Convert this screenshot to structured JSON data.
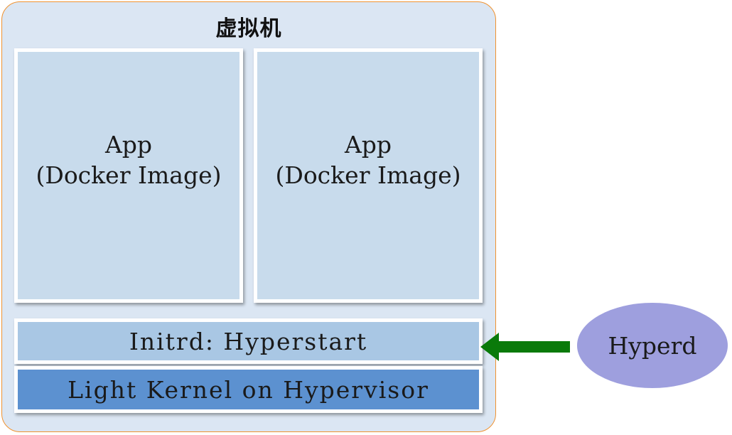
{
  "vm": {
    "title": "虚拟机"
  },
  "apps": [
    {
      "label": "App\n(Docker Image)"
    },
    {
      "label": "App\n(Docker Image)"
    }
  ],
  "initrd": {
    "label": "Initrd: Hyperstart"
  },
  "kernel": {
    "label": "Light Kernel on Hypervisor"
  },
  "hyperd": {
    "label": "Hyperd"
  },
  "colors": {
    "vm_background": "#dbe6f3",
    "vm_border": "#f0922f",
    "app_box": "#c8dbec",
    "initrd_box": "#a9c7e4",
    "kernel_box": "#5c91d0",
    "hyperd_ellipse": "#9e9fde",
    "arrow": "#0a7a0a"
  }
}
